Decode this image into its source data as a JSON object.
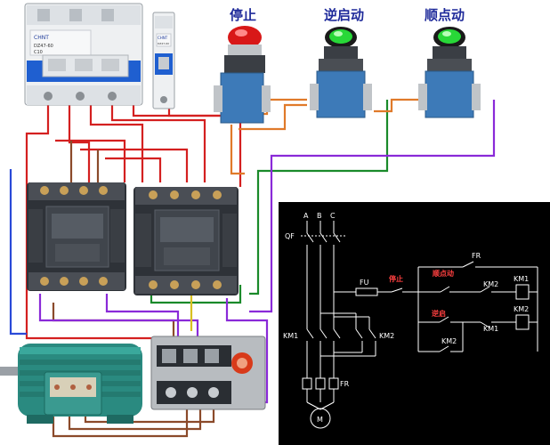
{
  "buttons": {
    "stop": "停止",
    "reverse_start": "逆启动",
    "jog": "顺点动"
  },
  "breaker": {
    "brand_main": "CHNT",
    "model_main": "DZ47-60",
    "rating_main": "C10",
    "brand_small": "CHNT",
    "model_small": "DZ47-60"
  },
  "schematic": {
    "phase_a": "A",
    "phase_b": "B",
    "phase_c": "C",
    "qf": "QF",
    "fu": "FU",
    "fr_top": "FR",
    "fr_bottom": "FR",
    "stop": "停止",
    "jog": "顺点动",
    "reverse": "逆启",
    "km1_coil": "KM1",
    "km2_coil": "KM2",
    "km1_main": "KM1",
    "km2_main": "KM2",
    "km2_interlock": "KM2",
    "km1_interlock": "KM1",
    "km2_hold": "KM2",
    "motor": "M"
  },
  "colors": {
    "wire_red": "#d42020",
    "wire_green": "#1a8a2a",
    "wire_purple": "#8a2ad8",
    "wire_brown": "#8b4a2a",
    "wire_orange": "#e07a2a",
    "wire_yellow": "#d8c020",
    "label_blue": "#1e2a9a",
    "schematic_bg": "#000000"
  }
}
